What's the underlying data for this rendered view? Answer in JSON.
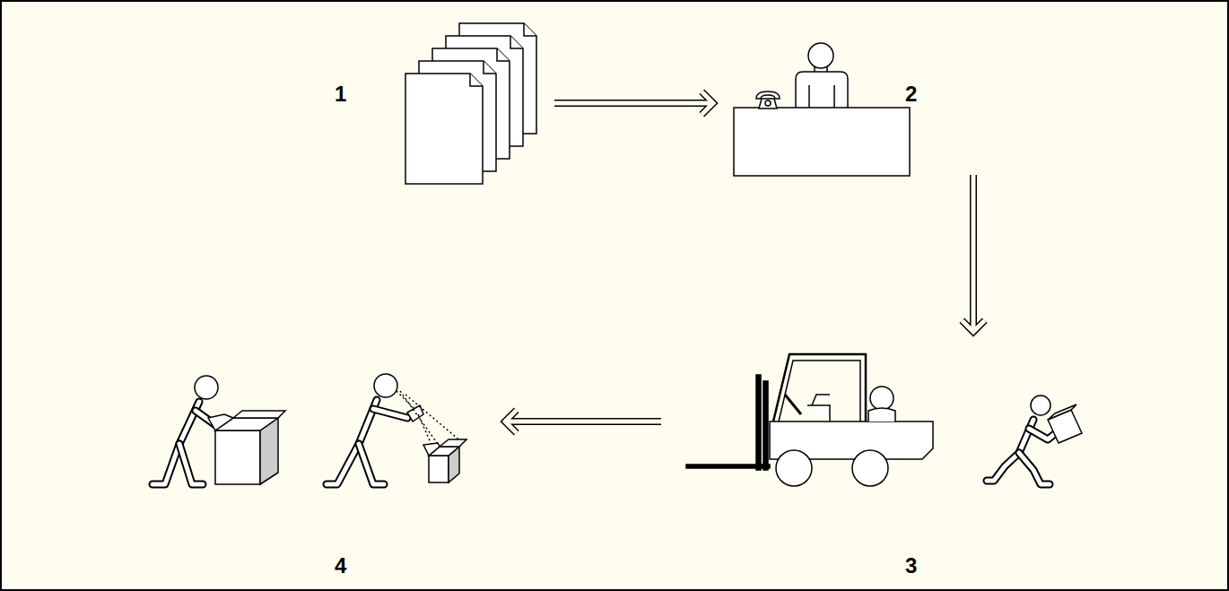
{
  "diagram": {
    "nodes": [
      {
        "text": [
          "1"
        ]
      },
      {
        "text": [
          "2"
        ]
      },
      {
        "text": [
          "3"
        ]
      },
      {
        "text": [
          "4"
        ]
      }
    ],
    "edges": [
      {
        "from": 0,
        "to": 1,
        "arrow": "to"
      },
      {
        "from": 1,
        "to": 2,
        "arrow": "to"
      },
      {
        "from": 2,
        "to": 3,
        "arrow": "to"
      }
    ]
  }
}
